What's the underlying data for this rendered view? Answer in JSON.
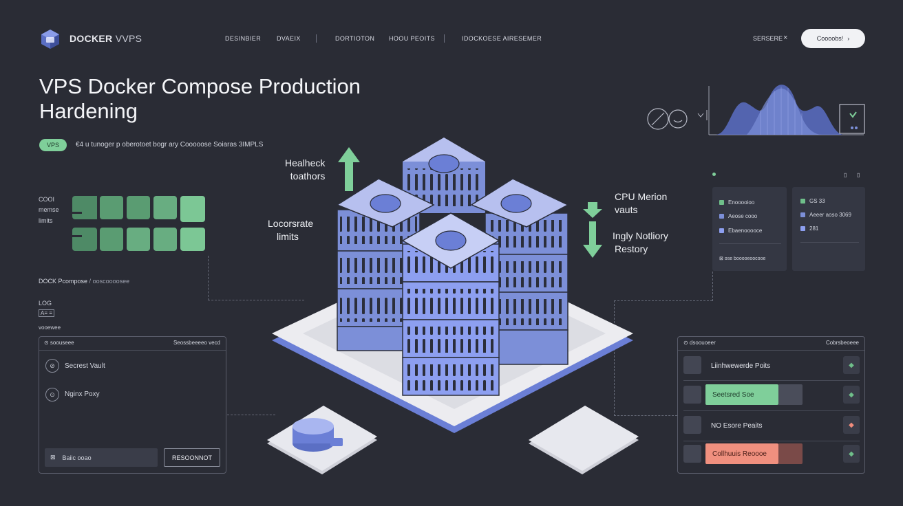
{
  "header": {
    "brand_main": "DOCKER",
    "brand_sub": "VVPS",
    "nav": [
      "DESINBIER",
      "DVAEIX",
      "DORTIOTON",
      "HOOU PEOITS",
      "IDOCKOESE AIRESEMER"
    ],
    "search_label": "SERSERE",
    "close_glyph": "×",
    "cta_label": "Coooobs!",
    "cta_arrow": "›"
  },
  "hero": {
    "title_line1": "VPS Docker Compose Production",
    "title_line2": "Hardening",
    "badge": "VPS",
    "subtitle": "€4 u tunoger p oberotoet bogr ary Cooooose Soiaras 3IMPLS"
  },
  "left": {
    "labels": [
      "COOI",
      "memse",
      "limits"
    ],
    "compose_title": "DOCK Pcompose",
    "compose_sep": "/",
    "compose_sub": "ooscoooosee",
    "log1": "LOG",
    "log2": "A≡ ≡",
    "log3": "vooewee",
    "panel": {
      "header_left": "⊙ soouseee",
      "header_right": "Seossbeeeeo vecd",
      "items": [
        {
          "icon": "⊘",
          "label": "Secrest Vault"
        },
        {
          "icon": "⊙",
          "label": "Nginx Poxy"
        }
      ],
      "input_icon": "⊠",
      "input_value": "Baiic ooao",
      "button_label": "RESOONNOT"
    }
  },
  "center": {
    "healthcheck": [
      "Healheck",
      "toathors"
    ],
    "limits": [
      "Locorsrate",
      "limits"
    ],
    "cpu": [
      "CPU Merion",
      "vauts"
    ],
    "notify": [
      "Ingly Notliory",
      "Restory"
    ]
  },
  "right_top": {
    "card1": {
      "rows": [
        {
          "label": "Enooooioo",
          "color": "#6fbf8a"
        },
        {
          "label": "Aeose cooo",
          "color": "#7c8fd8"
        },
        {
          "label": "Ebaenooooce",
          "color": "#8d9ff0"
        }
      ],
      "footer": "⊠ ose booooeoocooe"
    },
    "card2": {
      "rows": [
        {
          "label": "GS 33",
          "color": "#6fbf8a"
        },
        {
          "label": "Aeeer aoso 3069",
          "color": "#7c8fd8"
        },
        {
          "label": "281",
          "color": "#8d9ff0"
        }
      ]
    },
    "mini_icons": [
      "▯",
      "▯"
    ]
  },
  "right_panel": {
    "header_left": "⊙ dsoouoeer",
    "header_right": "Cobrsbeoeee",
    "rows": [
      {
        "label": "Liinhwewerde Poits",
        "bar": false,
        "bar_color": "",
        "action_glyph": "◆",
        "action_color": "#6fbf8a"
      },
      {
        "label": "Seetsred Soe",
        "bar": true,
        "bar_color": "#7fcf9a",
        "bar_text_color": "#1e3a2a",
        "action_glyph": "◆",
        "action_color": "#6fbf8a"
      },
      {
        "label": "NO Esore Peaits",
        "bar": false,
        "bar_color": "",
        "action_glyph": "◆",
        "action_color": "#f08c7c"
      },
      {
        "label": "Collhuuis Reoooe",
        "bar": true,
        "bar_color": "#f0907f",
        "bar_text_color": "#4a1e18",
        "action_glyph": "◆",
        "action_color": "#6fbf8a"
      }
    ]
  },
  "colors": {
    "background": "#2a2c35",
    "accent_blue": "#7c8fd8",
    "accent_green": "#7fcf9a",
    "accent_red": "#f0907f"
  }
}
